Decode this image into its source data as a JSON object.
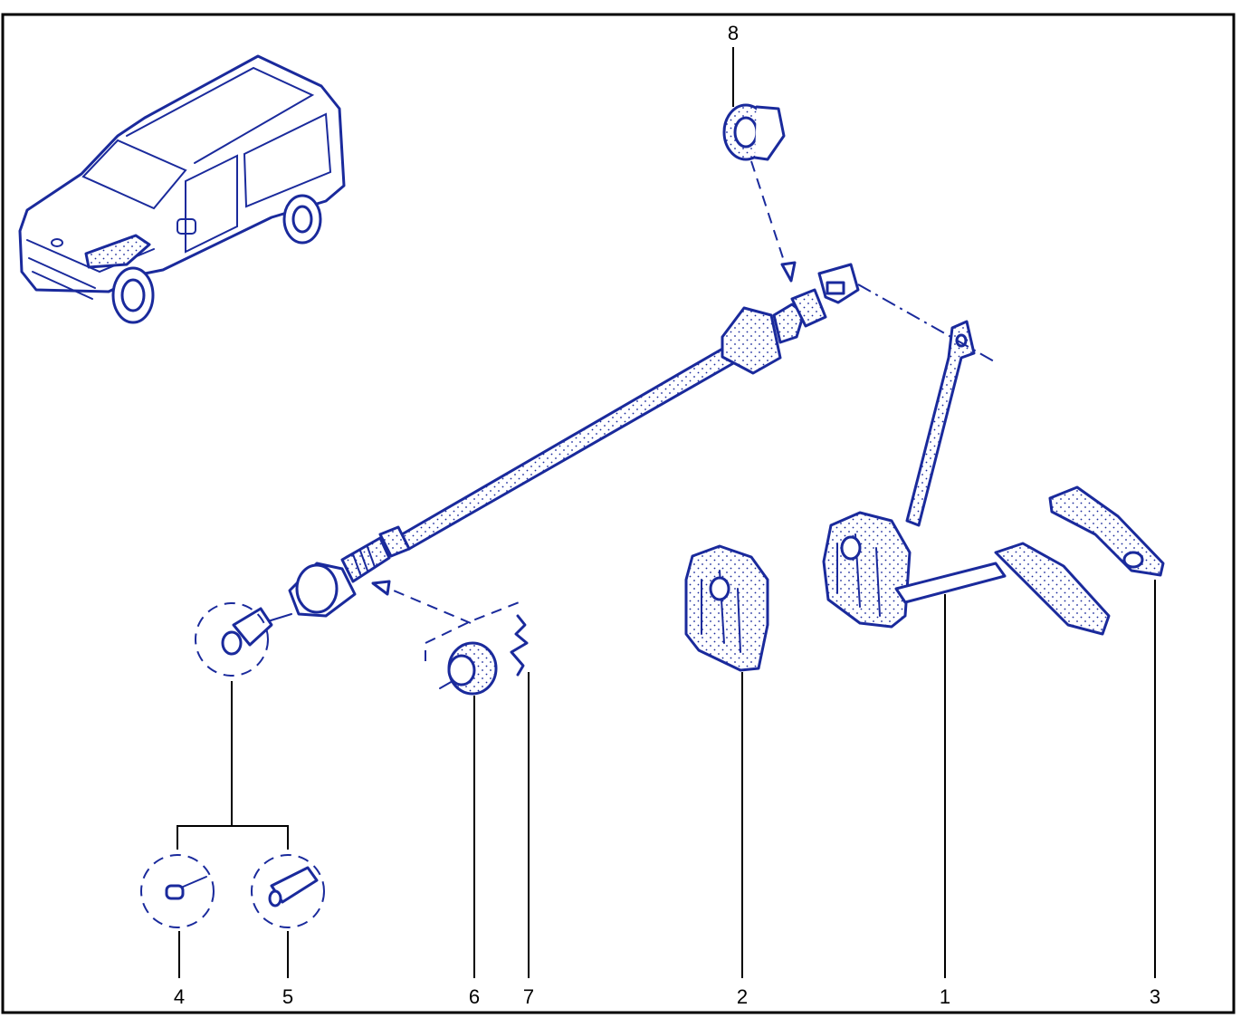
{
  "callouts": [
    {
      "id": "1",
      "label": "1"
    },
    {
      "id": "2",
      "label": "2"
    },
    {
      "id": "3",
      "label": "3"
    },
    {
      "id": "4",
      "label": "4"
    },
    {
      "id": "5",
      "label": "5"
    },
    {
      "id": "6",
      "label": "6"
    },
    {
      "id": "7",
      "label": "7"
    },
    {
      "id": "8",
      "label": "8"
    }
  ],
  "colors": {
    "line_art": "#1a2a9c",
    "frame": "#000000",
    "background": "#ffffff"
  }
}
